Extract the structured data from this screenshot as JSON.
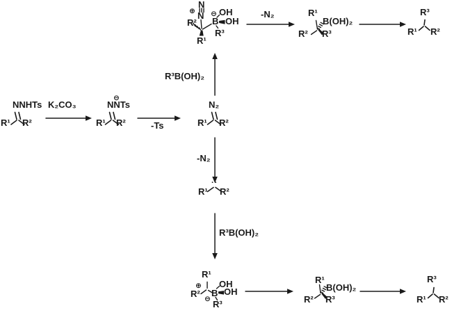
{
  "colors": {
    "background": "#ffffff",
    "ink": "#1a1a1a"
  },
  "text": {
    "substituents": {
      "r1": "R¹",
      "r2": "R²",
      "r3": "R³"
    },
    "groups": {
      "nnhts": "NNHTs",
      "nnts": "NNTs",
      "n2": "N₂",
      "n": "N",
      "b": "B",
      "oh": "OH",
      "boh2": "B(OH)₂"
    },
    "reagents": {
      "k2co3": "K₂CO₃",
      "r3_boronic_acid": "R³B(OH)₂"
    },
    "losses": {
      "minus_ts": "-Ts",
      "minus_n2": "-N₂"
    },
    "charges": {
      "plus": "⊕",
      "minus": "⊖"
    },
    "lone_pair": "··"
  }
}
